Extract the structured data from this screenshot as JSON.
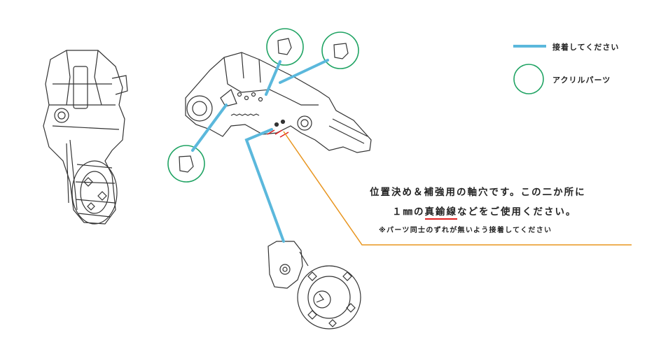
{
  "legend": {
    "glue_label": "接着してください",
    "acrylic_label": "アクリルパーツ",
    "glue_color": "#5bb8dc",
    "acrylic_color": "#1fa363"
  },
  "note": {
    "line1": "位置決め＆補強用の軸穴です。この二か所に",
    "line2_pre": "１㎜の",
    "line2_highlight": "真鍮線",
    "line2_post": "などをご使用ください。",
    "line3": "※パーツ同士のずれが無いよう接着してください",
    "leader_color": "#e8951f",
    "highlight_color": "#e02020"
  }
}
